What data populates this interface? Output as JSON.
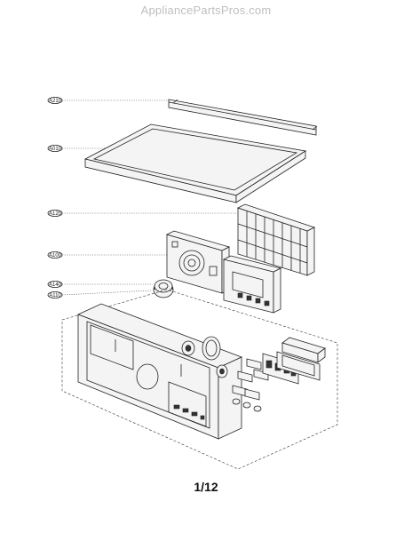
{
  "header": {
    "watermark": "AppliancePartsPros.com"
  },
  "footer": {
    "page_number": "1/12"
  },
  "callouts": [
    {
      "id": "A210",
      "label": "A210"
    },
    {
      "id": "A010",
      "label": "A010"
    },
    {
      "id": "A120",
      "label": "A120"
    },
    {
      "id": "A100",
      "label": "A100"
    },
    {
      "id": "A140",
      "label": "A140"
    },
    {
      "id": "A110",
      "label": "A110"
    }
  ]
}
